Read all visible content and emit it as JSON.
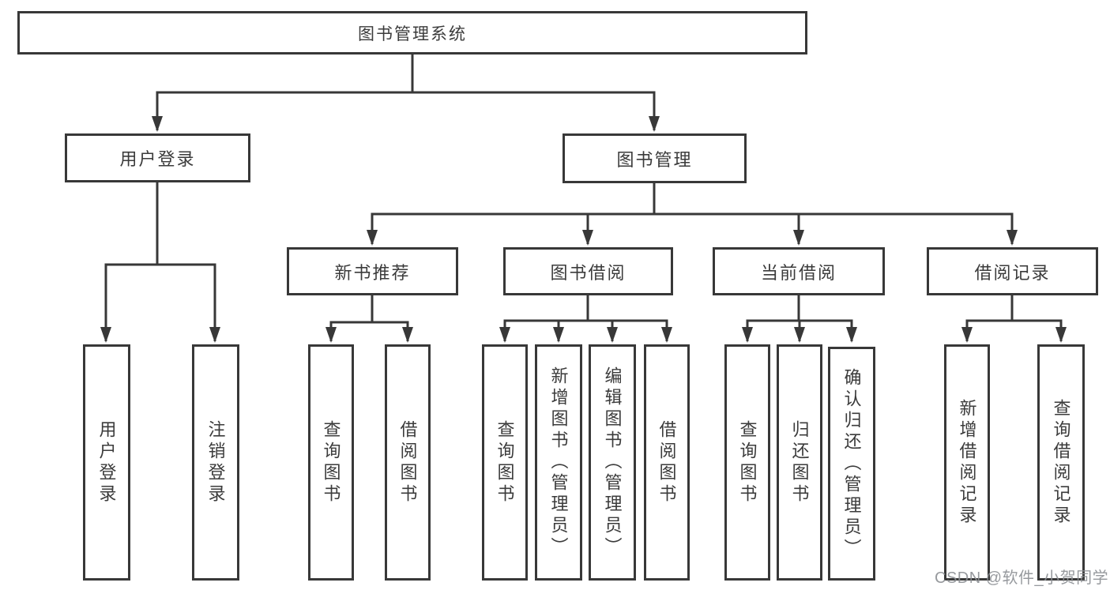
{
  "diagram": {
    "title": "图书管理系统",
    "colors": {
      "line": "#383838",
      "text": "#3b3b3b",
      "background": "#ffffff",
      "watermark": "#8c8f94"
    },
    "user_branch": {
      "label": "用户登录",
      "children": [
        "用户登录",
        "注销登录"
      ]
    },
    "management_branch": {
      "label": "图书管理",
      "sections": [
        {
          "label": "新书推荐",
          "children": [
            "查询图书",
            "借阅图书"
          ]
        },
        {
          "label": "图书借阅",
          "children": [
            "查询图书",
            "新增图书（管理员）",
            "编辑图书（管理员）",
            "借阅图书"
          ]
        },
        {
          "label": "当前借阅",
          "children": [
            "查询图书",
            "归还图书",
            "确认归还（管理员）"
          ]
        },
        {
          "label": "借阅记录",
          "children": [
            "新增借阅记录",
            "查询借阅记录"
          ]
        }
      ]
    }
  },
  "watermark": "CSDN @软件_小贺同学"
}
